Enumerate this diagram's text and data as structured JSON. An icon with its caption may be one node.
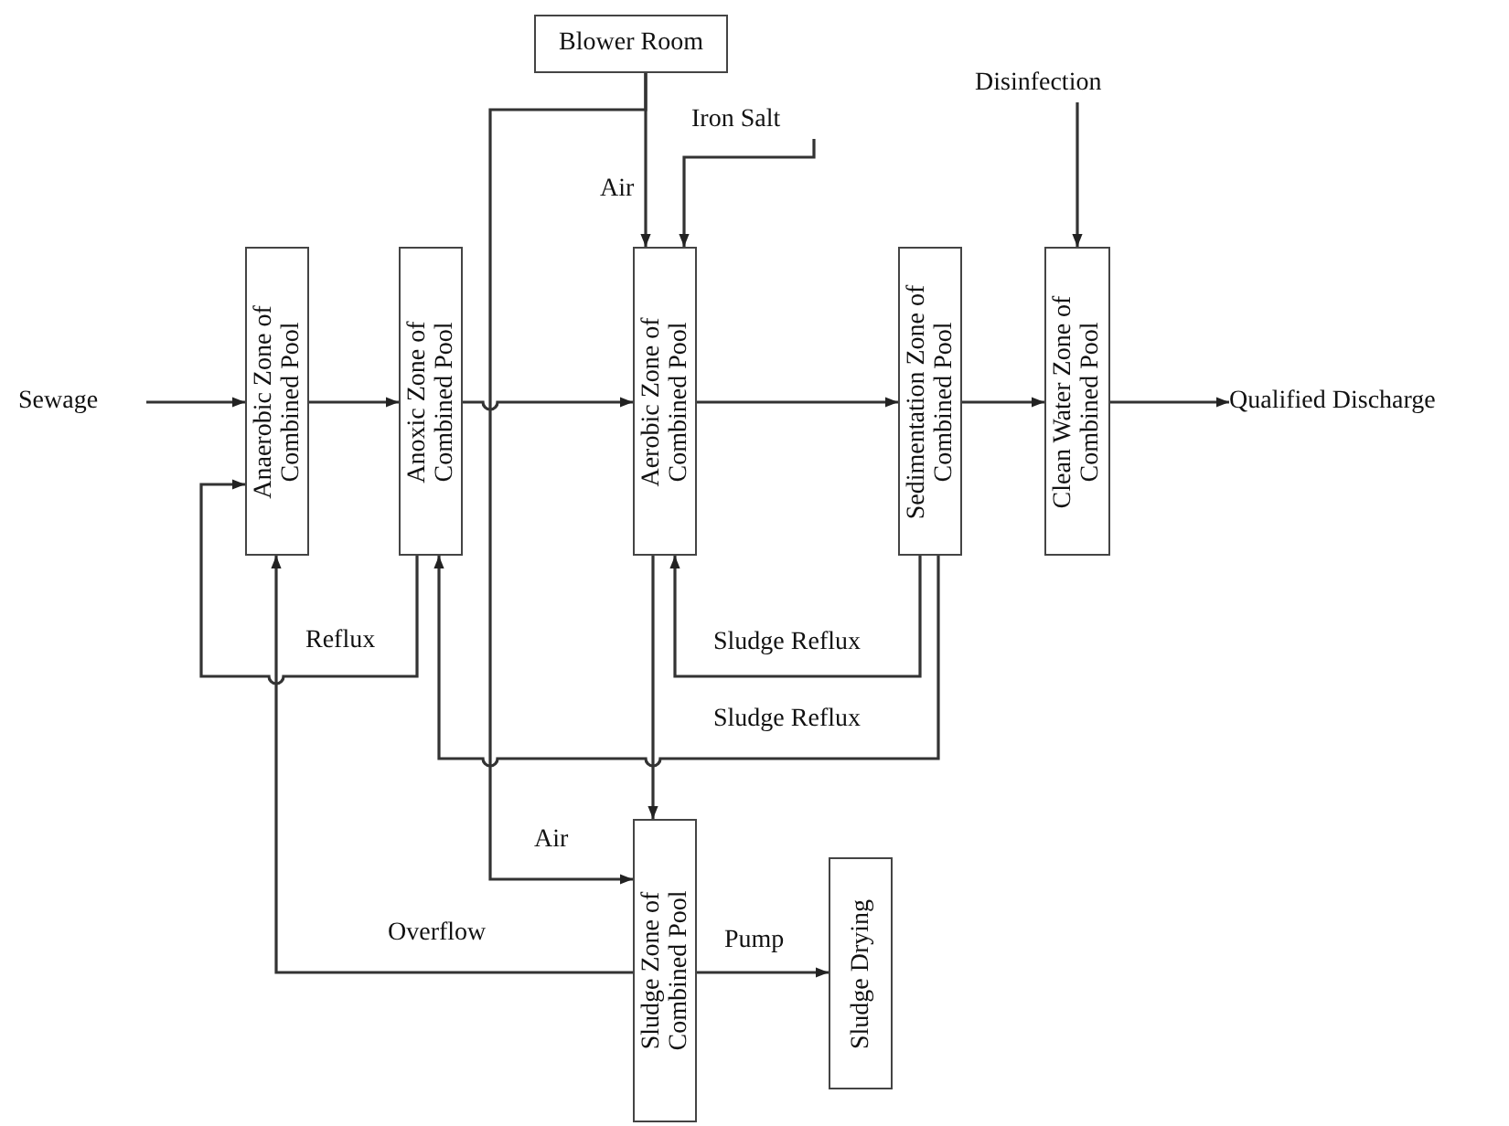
{
  "diagram": {
    "nodes": [
      {
        "text": [
          "Blower Room"
        ]
      },
      {
        "text": [
          "Sewage"
        ]
      },
      {
        "text": [
          "Anaerobic Zone of Combined Pool"
        ]
      },
      {
        "text": [
          "Anoxic Zone of Combined Pool"
        ]
      },
      {
        "text": [
          "Aerobic Zone of Combined Pool"
        ]
      },
      {
        "text": [
          "Sedimentation Zone of Combined Pool"
        ]
      },
      {
        "text": [
          "Clean Water Zone of Combined Pool"
        ]
      },
      {
        "text": [
          "Qualified Discharge"
        ]
      },
      {
        "text": [
          "Iron Salt"
        ]
      },
      {
        "text": [
          "Disinfection"
        ]
      },
      {
        "text": [
          "Sludge Zone of Combined Pool"
        ]
      },
      {
        "text": [
          "Sludge Drying"
        ]
      }
    ],
    "edges": [
      {
        "from": 1,
        "to": 2,
        "arrow": "to"
      },
      {
        "from": 2,
        "to": 3,
        "arrow": "to"
      },
      {
        "from": 3,
        "to": 4,
        "arrow": "to"
      },
      {
        "from": 4,
        "to": 5,
        "arrow": "to"
      },
      {
        "from": 5,
        "to": 6,
        "arrow": "to"
      },
      {
        "from": 6,
        "to": 7,
        "arrow": "to"
      },
      {
        "from": 0,
        "to": 4,
        "arrow": "to",
        "label": "Air"
      },
      {
        "from": 0,
        "to": 10,
        "arrow": "to",
        "label": "Air"
      },
      {
        "from": 8,
        "to": 4,
        "arrow": "to"
      },
      {
        "from": 9,
        "to": 6,
        "arrow": "to"
      },
      {
        "from": 3,
        "to": 2,
        "arrow": "to",
        "label": "Reflux"
      },
      {
        "from": 5,
        "to": 4,
        "arrow": "to",
        "label": "Sludge Reflux"
      },
      {
        "from": 5,
        "to": 3,
        "arrow": "to",
        "label": "Sludge Reflux"
      },
      {
        "from": 4,
        "to": 10,
        "arrow": "to"
      },
      {
        "from": 10,
        "to": 2,
        "arrow": "to",
        "label": "Overflow"
      },
      {
        "from": 10,
        "to": 11,
        "arrow": "to",
        "label": "Pump"
      }
    ]
  }
}
